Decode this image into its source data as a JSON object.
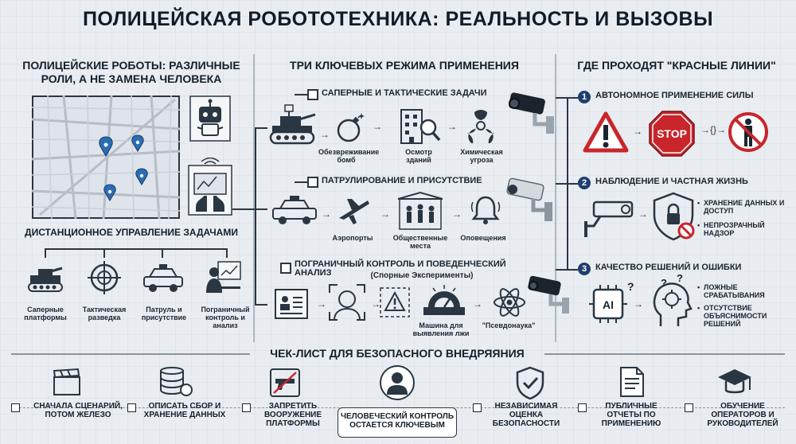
{
  "title": "ПОЛИЦЕЙСКАЯ РОБОТОТЕХНИКА: РЕАЛЬНОСТЬ И ВЫЗОВЫ",
  "left": {
    "heading": "ПОЛИЦЕЙСКИЕ РОБОТЫ: РАЗЛИЧНЫЕ РОЛИ, А НЕ ЗАМЕНА ЧЕЛОВЕКА",
    "remote_heading": "ДИСТАНЦИОННОЕ УПРАВЛЕНИЕ ЗАДАЧАМИ",
    "roles": [
      "Саперные платформы",
      "Тактическая разведка",
      "Патруль и присутствие",
      "Пограничный контроль и анализ"
    ]
  },
  "middle": {
    "heading": "ТРИ КЛЮЧЕВЫХ РЕЖИМА ПРИМЕНЕНИЯ",
    "modes": [
      {
        "title": "САПЕРНЫЕ И ТАКТИЧЕСКИЕ ЗАДАЧИ",
        "items": [
          "Обезвреживание бомб",
          "Осмотр зданий",
          "Химическая угроза"
        ]
      },
      {
        "title": "ПАТРУЛИРОВАНИЕ И ПРИСУТСТВИЕ",
        "items": [
          "Аэропорты",
          "Общественные места",
          "Оповещения"
        ]
      },
      {
        "title": "ПОГРАНИЧНЫЙ КОНТРОЛЬ И ПОВЕДЕНЧЕСКИЙ АНАЛИЗ",
        "subtitle": "(Спорные Эксперименты)",
        "items": [
          "Машина для выявления лжи",
          "\"Псевдонаука\""
        ]
      }
    ]
  },
  "right": {
    "heading": "ГДЕ ПРОХОДЯТ \"КРАСНЫЕ ЛИНИИ\"",
    "lines": [
      {
        "num": "1",
        "title": "АВТОНОМНОЕ ПРИМЕНЕНИЕ СИЛЫ",
        "stop": "STOP",
        "bullets": []
      },
      {
        "num": "2",
        "title": "НАБЛЮДЕНИЕ И ЧАСТНАЯ ЖИЗНЬ",
        "bullets": [
          "ХРАНЕНИЕ ДАННЫХ И ДОСТУП",
          "НЕПРОЗРАЧНЫЙ НАДЗОР"
        ]
      },
      {
        "num": "3",
        "title": "КАЧЕСТВО РЕШЕНИЙ И ОШИБКИ",
        "ai": "AI",
        "bullets": [
          "ЛОЖНЫЕ СРАБАТЫВАНИЯ",
          "ОТСУТСТВИЕ ОБЪЯСНИМОСТИ РЕШЕНИЙ"
        ]
      }
    ]
  },
  "checklist": {
    "heading": "ЧЕК-ЛИСТ ДЛЯ БЕЗОПАСНОГО ВНЕДРЯЯНИЯ",
    "items": [
      "СНАЧАЛА СЦЕНАРИЙ, ПОТОМ ЖЕЛЕЗО",
      "ОПИСАТЬ СБОР И ХРАНЕНИЕ ДАННЫХ",
      "ЗАПРЕТИТЬ ВООРУЖЕНИЕ ПЛАТФОРМЫ",
      "ЧЕЛОВЕЧЕСКИЙ КОНТРОЛЬ ОСТАЕТСЯ КЛЮЧЕВЫМ",
      "НЕЗАВИСИМАЯ ОЦЕНКА БЕЗОПАСНОСТИ",
      "ПУБЛИЧНЫЕ ОТЧЕТЫ ПО ПРИМЕНЕНИЮ",
      "ОБУЧЕНИЕ ОПЕРАТОРОВ И РУКОВОДИТЕЛЕЙ"
    ]
  },
  "colors": {
    "background": "#e9edf1",
    "ink": "#13202c",
    "accent_blue": "#1e3f6e",
    "stop_red": "#c8262c",
    "map_pin": "#2a6db5"
  }
}
